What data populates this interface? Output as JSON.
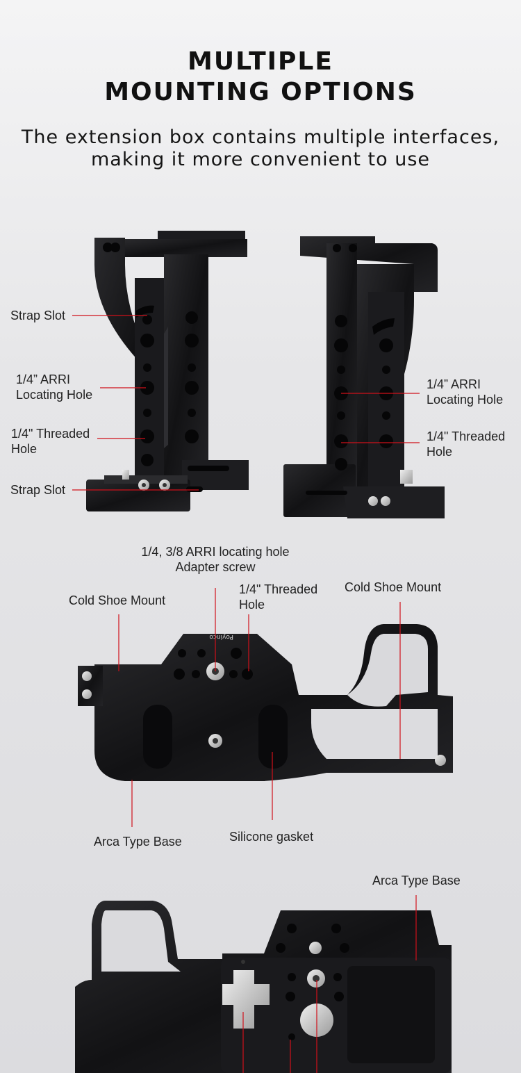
{
  "heading": {
    "line1": "MULTIPLE",
    "line2": "MOUNTING OPTIONS"
  },
  "subheading": {
    "line1": "The extension box contains multiple interfaces,",
    "line2": "making it more convenient to use"
  },
  "panel1": {
    "left": {
      "strap_slot_top": "Strap Slot",
      "arri_line1": "1/4”  ARRI",
      "arri_line2": "Locating Hole",
      "threaded_line1": "1/4\" Threaded",
      "threaded_line2": "Hole",
      "strap_slot_bottom": "Strap Slot"
    },
    "right": {
      "arri_line1": "1/4”  ARRI",
      "arri_line2": "Locating Hole",
      "threaded_line1": "1/4\" Threaded",
      "threaded_line2": "Hole"
    }
  },
  "panel2": {
    "arri_line1": "1/4, 3/8 ARRI locating hole",
    "arri_line2": "Adapter screw",
    "threaded_line1": "1/4\" Threaded",
    "threaded_line2": "Hole",
    "cold_shoe_left": "Cold Shoe Mount",
    "cold_shoe_right": "Cold Shoe Mount",
    "arca_base": "Arca Type Base",
    "silicone": "Silicone gasket",
    "brand_mark": "Poyinco"
  },
  "panel3": {
    "arca_base": "Arca Type Base"
  },
  "colors": {
    "accent_line": "#d0101a",
    "product": "#141416"
  }
}
